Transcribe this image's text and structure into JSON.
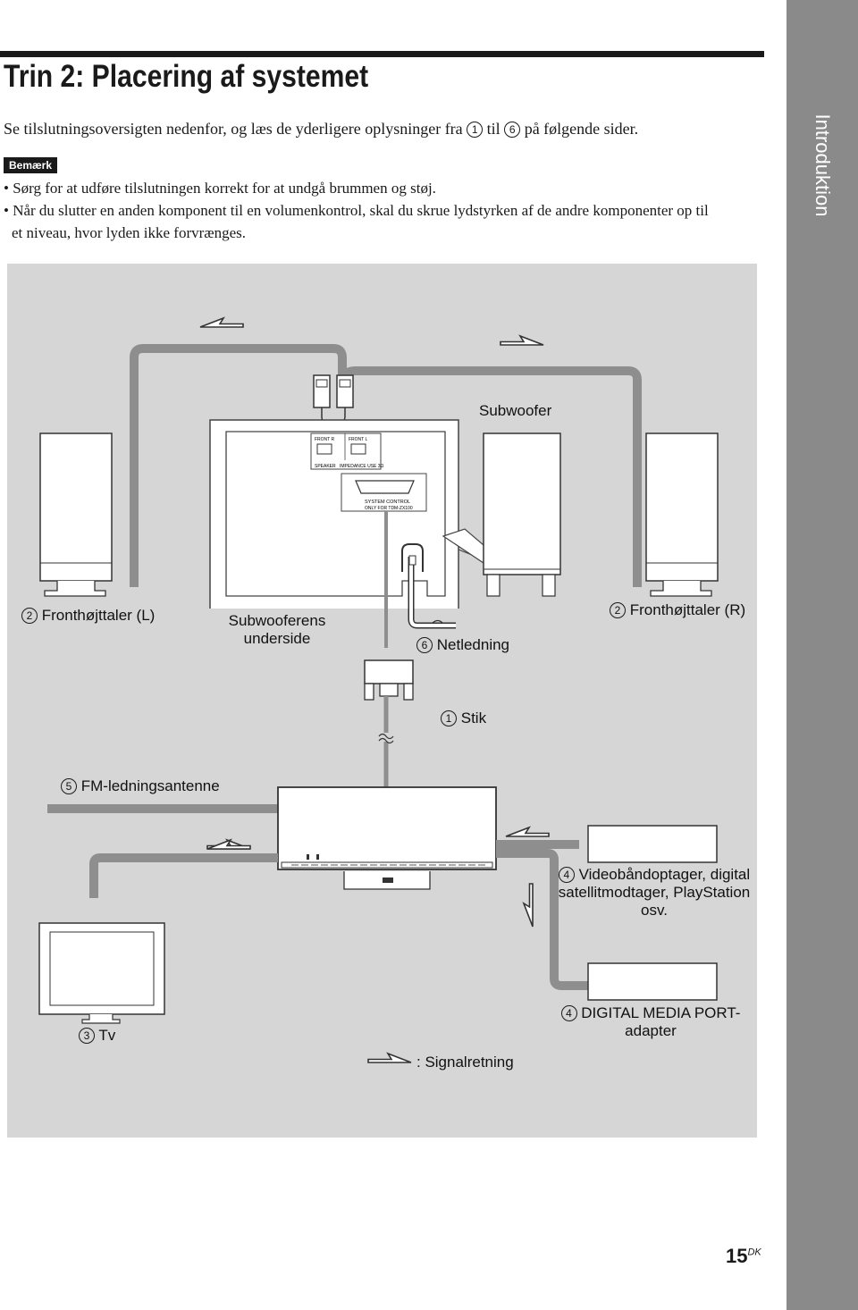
{
  "sidebar": {
    "label": "Introduktion"
  },
  "header": {
    "title": "Trin 2: Placering af systemet"
  },
  "intro": {
    "before": "Se tilslutningsoversigten nedenfor, og læs de yderligere oplysninger fra",
    "n1": "1",
    "middle": "til",
    "n6": "6",
    "after": "på følgende sider."
  },
  "note": {
    "badge": "Bemærk",
    "bullet1": "• Sørg for at udføre tilslutningen korrekt for at undgå brummen og støj.",
    "bullet2a": "• Når du slutter en anden komponent til en volumenkontrol, skal du skrue lydstyrken af de andre komponenter op til",
    "bullet2b": "et niveau, hvor lyden ikke forvrænges."
  },
  "diagram": {
    "subwoofer": "Subwoofer",
    "front_left": {
      "num": "2",
      "text": "Fronthøjttaler (L)"
    },
    "front_right": {
      "num": "2",
      "text": "Fronthøjttaler (R)"
    },
    "underside_l1": "Subwooferens",
    "underside_l2": "underside",
    "power_cord": {
      "num": "6",
      "text": "Netledning"
    },
    "plug": {
      "num": "1",
      "text": "Stik"
    },
    "antenna": {
      "num": "5",
      "text": "FM-ledningsantenne"
    },
    "tv": {
      "num": "3",
      "text": "Tv"
    },
    "vcr": {
      "num": "4",
      "l1": "Videobåndoptager, digital",
      "l2": "satellitmodtager, PlayStation",
      "l3": "osv."
    },
    "dmport": {
      "num": "4",
      "l1": "DIGITAL MEDIA PORT-",
      "l2": "adapter"
    },
    "signal": ": Signalretning",
    "panel": {
      "front_r": "FRONT R",
      "front_l": "FRONT L",
      "speaker": "SPEAKER",
      "impedance": "IMPEDANCE USE 3Ω",
      "sys1": "SYSTEM CONTROL",
      "sys2": "ONLY FOR TDM-ZX100"
    }
  },
  "page": {
    "number": "15",
    "suffix": "DK"
  }
}
